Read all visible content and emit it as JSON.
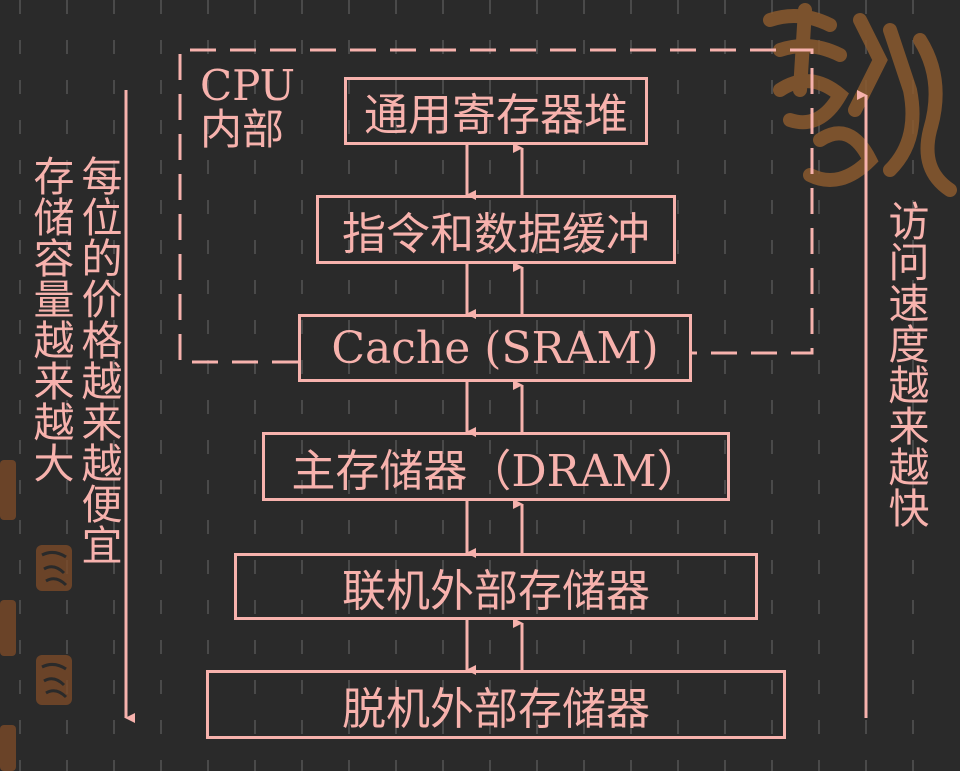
{
  "cpu_label": {
    "line1": "CPU",
    "line2": "内部"
  },
  "levels": [
    {
      "label": "通用寄存器堆"
    },
    {
      "label": "指令和数据缓冲"
    },
    {
      "label": "Cache (SRAM)"
    },
    {
      "label": "主存储器（DRAM）"
    },
    {
      "label": "联机外部存储器"
    },
    {
      "label": "脱机外部存储器"
    }
  ],
  "left_axis": {
    "capacity": "存储容量越来越大",
    "price": "每位的价格越来越便宜"
  },
  "right_axis": {
    "speed": "访问速度越来越快"
  },
  "colors": {
    "background": "#2a2a2a",
    "line": "#f7b2ad",
    "seal": "#8a5a2e"
  }
}
